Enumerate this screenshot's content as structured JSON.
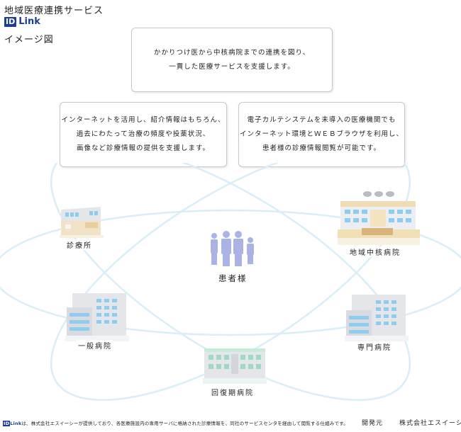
{
  "header": {
    "title": "地域医療連携サービス",
    "logo_id": "ID",
    "logo_link": "Link",
    "subtitle": "イメージ図"
  },
  "boxes": {
    "top": {
      "line1": "かかりつけ医から中核病院までの連携を図り、",
      "line2": "一貫した医療サービスを支援します。"
    },
    "left": {
      "line1": "インターネットを活用し、紹介情報はもちろん、",
      "line2": "過去にわたって治療の頻度や投薬状況、",
      "line3": "画像など診療情報の提供を支援します。"
    },
    "right": {
      "line1": "電子カルテシステムを未導入の医療機関でも",
      "line2": "インターネット環境とＷＥＢブラウザを利用し、",
      "line3": "患者様の診療情報閲覧が可能です。"
    }
  },
  "nodes": {
    "clinic": "診療所",
    "core_hospital": "地域中核病院",
    "patient": "患者様",
    "general_hospital": "一般病院",
    "specialty_hospital": "専門病院",
    "rehab_hospital": "回復期病院"
  },
  "footer": {
    "logo_id": "ID",
    "logo_link": "Link",
    "note": "は、株式会社エスイーシーが提供しており、各医療施設内の専用サーバに格納された診療情報を、同社のサービスセンタを経由して閲覧する仕組みです。",
    "developer_label": "開発元",
    "developer_name": "株式会社エスイーシー"
  },
  "colors": {
    "brand": "#1c3f8f",
    "orbit": "#d6edf7",
    "building_light": "#e2e3e6",
    "window_blue": "#8ecdf0",
    "patient_figure": "#aab3e4"
  }
}
